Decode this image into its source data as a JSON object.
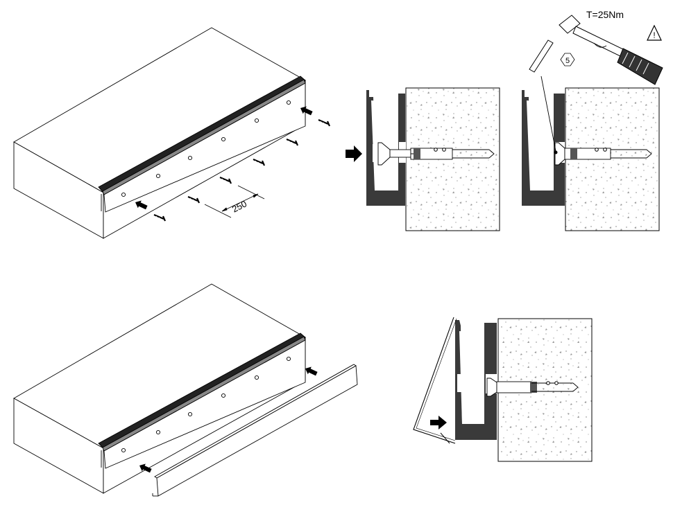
{
  "top_left": {
    "dimension_label": "250"
  },
  "top_right": {
    "torque_label": "T=25Nm",
    "tool_size_label": "5",
    "warning_symbol": "!"
  },
  "colors": {
    "line": "#000000",
    "profile": "#444444",
    "concrete": "#ffffff",
    "dots": "#888888"
  }
}
